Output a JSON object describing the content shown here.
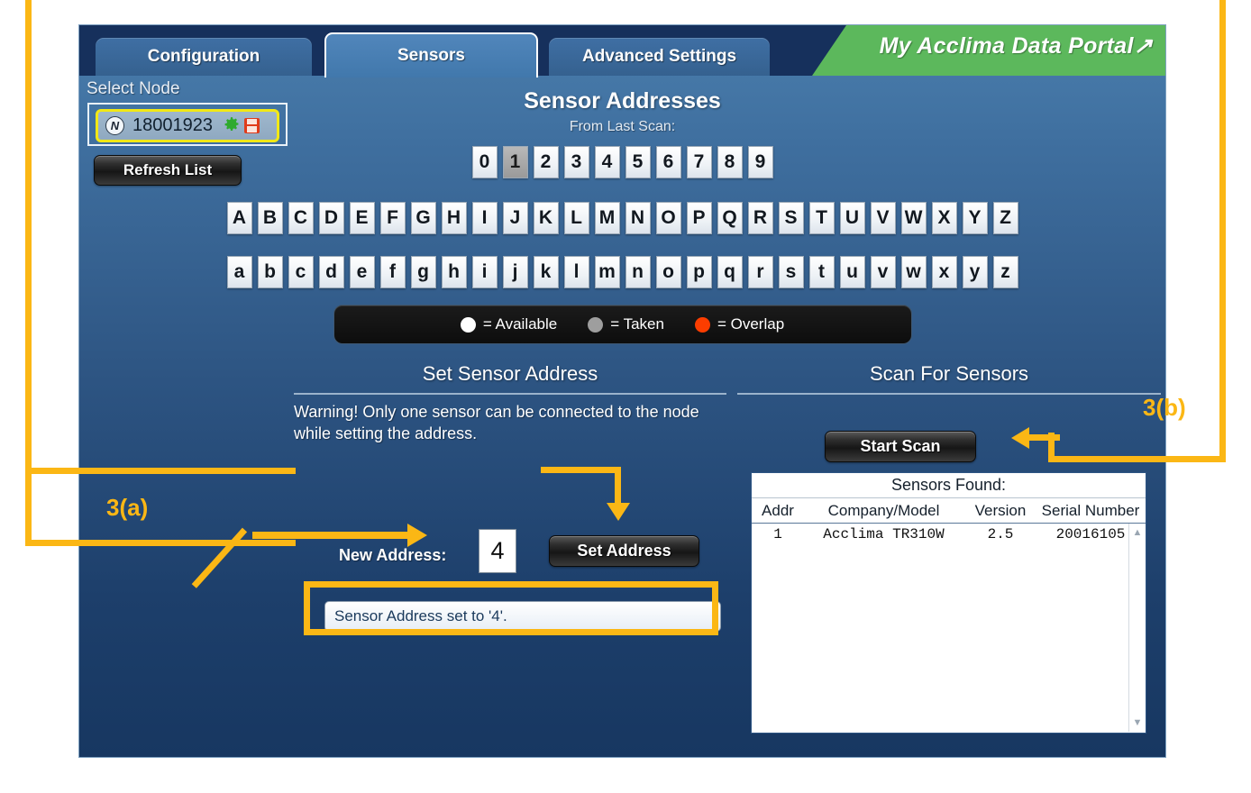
{
  "window": {
    "portal_title": "My Acclima Data Portal↗",
    "tabs": [
      {
        "id": "configuration",
        "label": "Configuration",
        "active": false
      },
      {
        "id": "sensors",
        "label": "Sensors",
        "active": true
      },
      {
        "id": "advanced",
        "label": "Advanced Settings",
        "active": false
      }
    ]
  },
  "node_panel": {
    "select_node_label": "Select Node",
    "node_badge": "N",
    "node_id": "18001923",
    "gear_icon": "gear-icon",
    "save_icon": "save-icon",
    "refresh_label": "Refresh List"
  },
  "addresses": {
    "title": "Sensor Addresses",
    "subtitle": "From Last Scan:",
    "digits": [
      {
        "label": "0",
        "state": "available"
      },
      {
        "label": "1",
        "state": "taken"
      },
      {
        "label": "2",
        "state": "available"
      },
      {
        "label": "3",
        "state": "available"
      },
      {
        "label": "4",
        "state": "available"
      },
      {
        "label": "5",
        "state": "available"
      },
      {
        "label": "6",
        "state": "available"
      },
      {
        "label": "7",
        "state": "available"
      },
      {
        "label": "8",
        "state": "available"
      },
      {
        "label": "9",
        "state": "available"
      }
    ],
    "upper": [
      {
        "label": "A",
        "state": "available"
      },
      {
        "label": "B",
        "state": "available"
      },
      {
        "label": "C",
        "state": "available"
      },
      {
        "label": "D",
        "state": "available"
      },
      {
        "label": "E",
        "state": "available"
      },
      {
        "label": "F",
        "state": "available"
      },
      {
        "label": "G",
        "state": "available"
      },
      {
        "label": "H",
        "state": "available"
      },
      {
        "label": "I",
        "state": "available"
      },
      {
        "label": "J",
        "state": "available"
      },
      {
        "label": "K",
        "state": "available"
      },
      {
        "label": "L",
        "state": "available"
      },
      {
        "label": "M",
        "state": "available"
      },
      {
        "label": "N",
        "state": "available"
      },
      {
        "label": "O",
        "state": "available"
      },
      {
        "label": "P",
        "state": "available"
      },
      {
        "label": "Q",
        "state": "available"
      },
      {
        "label": "R",
        "state": "available"
      },
      {
        "label": "S",
        "state": "available"
      },
      {
        "label": "T",
        "state": "available"
      },
      {
        "label": "U",
        "state": "available"
      },
      {
        "label": "V",
        "state": "available"
      },
      {
        "label": "W",
        "state": "available"
      },
      {
        "label": "X",
        "state": "available"
      },
      {
        "label": "Y",
        "state": "available"
      },
      {
        "label": "Z",
        "state": "available"
      }
    ],
    "lower": [
      {
        "label": "a",
        "state": "available"
      },
      {
        "label": "b",
        "state": "available"
      },
      {
        "label": "c",
        "state": "available"
      },
      {
        "label": "d",
        "state": "available"
      },
      {
        "label": "e",
        "state": "available"
      },
      {
        "label": "f",
        "state": "available"
      },
      {
        "label": "g",
        "state": "available"
      },
      {
        "label": "h",
        "state": "available"
      },
      {
        "label": "i",
        "state": "available"
      },
      {
        "label": "j",
        "state": "available"
      },
      {
        "label": "k",
        "state": "available"
      },
      {
        "label": "l",
        "state": "available"
      },
      {
        "label": "m",
        "state": "available"
      },
      {
        "label": "n",
        "state": "available"
      },
      {
        "label": "o",
        "state": "available"
      },
      {
        "label": "p",
        "state": "available"
      },
      {
        "label": "q",
        "state": "available"
      },
      {
        "label": "r",
        "state": "available"
      },
      {
        "label": "s",
        "state": "available"
      },
      {
        "label": "t",
        "state": "available"
      },
      {
        "label": "u",
        "state": "available"
      },
      {
        "label": "v",
        "state": "available"
      },
      {
        "label": "w",
        "state": "available"
      },
      {
        "label": "x",
        "state": "available"
      },
      {
        "label": "y",
        "state": "available"
      },
      {
        "label": "z",
        "state": "available"
      }
    ],
    "legend": [
      {
        "state": "available",
        "text": "= Available",
        "color": "#ffffff"
      },
      {
        "state": "taken",
        "text": "= Taken",
        "color": "#9e9e9e"
      },
      {
        "state": "overlap",
        "text": "= Overlap",
        "color": "#fc3d00"
      }
    ]
  },
  "set_address": {
    "heading": "Set Sensor Address",
    "warning": "Warning! Only one sensor can be connected to the node while setting the address.",
    "new_address_label": "New Address:",
    "new_address_value": "4",
    "set_address_label": "Set Address",
    "status_message": "Sensor Address set to '4'."
  },
  "scan": {
    "heading": "Scan For Sensors",
    "start_scan_label": "Start Scan",
    "found_title": "Sensors Found:",
    "columns": [
      "Addr",
      "Company/Model",
      "Version",
      "Serial Number"
    ],
    "rows": [
      {
        "addr": "1",
        "model": "Acclima TR310W",
        "version": "2.5",
        "serial": "20016105"
      }
    ],
    "scroll_up_icon": "chevron-up-icon",
    "scroll_down_icon": "chevron-down-icon"
  },
  "annotations": {
    "accent_color": "#fbb715",
    "step_a": "3(a)",
    "step_b": "3(b)"
  }
}
